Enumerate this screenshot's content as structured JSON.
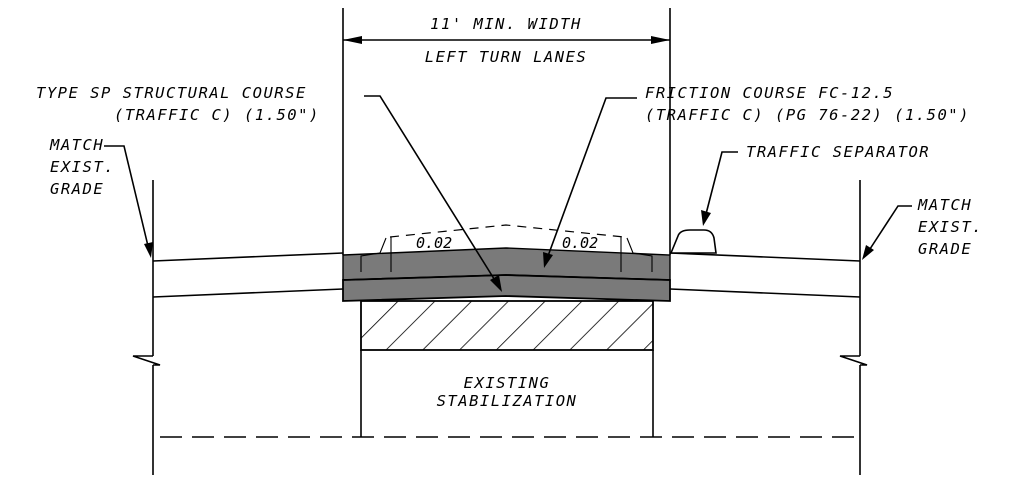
{
  "colors": {
    "line": "#000000",
    "pavement_fill": "#7a7a7a",
    "background": "#ffffff"
  },
  "dimension": {
    "width_text": "11' MIN. WIDTH",
    "lane_text": "LEFT TURN LANES"
  },
  "labels": {
    "structural_course_line1": "TYPE SP STRUCTURAL COURSE",
    "structural_course_line2": "(TRAFFIC C) (1.50\")",
    "friction_course_line1": "FRICTION COURSE FC-12.5",
    "friction_course_line2": "(TRAFFIC C) (PG 76-22) (1.50\")",
    "traffic_separator": "TRAFFIC SEPARATOR",
    "match_left_line1": "MATCH",
    "match_left_line2": "EXIST.",
    "match_left_line3": "GRADE",
    "match_right_line1": "MATCH",
    "match_right_line2": "EXIST.",
    "match_right_line3": "GRADE",
    "existing_line1": "EXISTING",
    "existing_line2": "STABILIZATION"
  },
  "slopes": {
    "left": "0.02",
    "right": "0.02"
  }
}
